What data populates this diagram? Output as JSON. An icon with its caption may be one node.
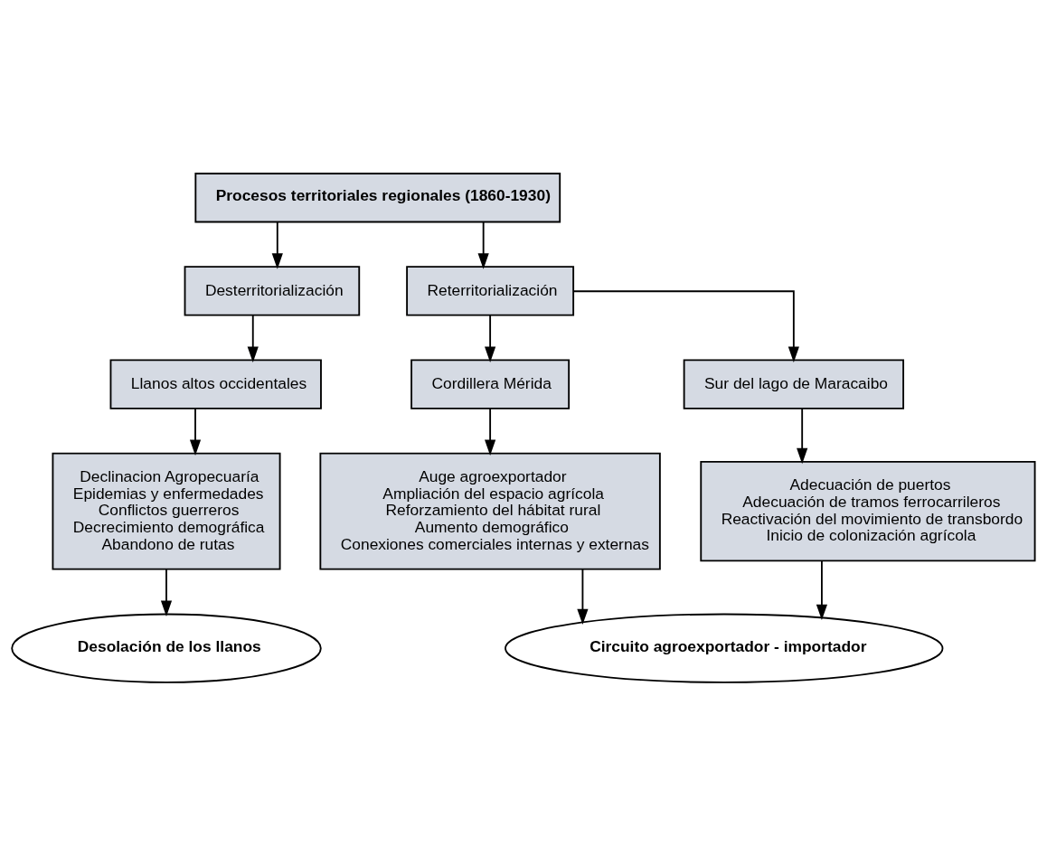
{
  "diagram": {
    "nodes": [
      {
        "text": [
          "Procesos territoriales regionales (1860-1930)"
        ]
      },
      {
        "text": [
          "Desterritorialización"
        ]
      },
      {
        "text": [
          "Reterritorialización"
        ]
      },
      {
        "text": [
          "Llanos altos occidentales"
        ]
      },
      {
        "text": [
          "Cordillera Mérida"
        ]
      },
      {
        "text": [
          "Sur del lago de Maracaibo"
        ]
      },
      {
        "text": [
          "Declinacion Agropecuaría",
          "Epidemias y enfermedades",
          "Conflictos guerreros",
          "Decrecimiento demográfica",
          "Abandono de rutas"
        ]
      },
      {
        "text": [
          "Auge agroexportador",
          "Ampliación del espacio agrícola",
          "Reforzamiento del hábitat rural",
          "Aumento demográfico",
          "Conexiones comerciales internas y externas"
        ]
      },
      {
        "text": [
          "Adecuación de puertos",
          "Adecuación de tramos ferrocarrileros",
          "Reactivación del movimiento de transbordo",
          "Inicio de colonización agrícola"
        ]
      },
      {
        "text": [
          "Desolación de los llanos"
        ]
      },
      {
        "text": [
          "Circuito agroexportador - importador"
        ]
      }
    ],
    "edges": [
      {
        "from": 0,
        "to": 1,
        "arrow": "to"
      },
      {
        "from": 0,
        "to": 2,
        "arrow": "to"
      },
      {
        "from": 1,
        "to": 3,
        "arrow": "to"
      },
      {
        "from": 2,
        "to": 4,
        "arrow": "to"
      },
      {
        "from": 2,
        "to": 5,
        "arrow": "to"
      },
      {
        "from": 3,
        "to": 6,
        "arrow": "to"
      },
      {
        "from": 4,
        "to": 7,
        "arrow": "to"
      },
      {
        "from": 5,
        "to": 8,
        "arrow": "to"
      },
      {
        "from": 6,
        "to": 9,
        "arrow": "to"
      },
      {
        "from": 7,
        "to": 10,
        "arrow": "to"
      },
      {
        "from": 8,
        "to": 10,
        "arrow": "to"
      }
    ]
  }
}
